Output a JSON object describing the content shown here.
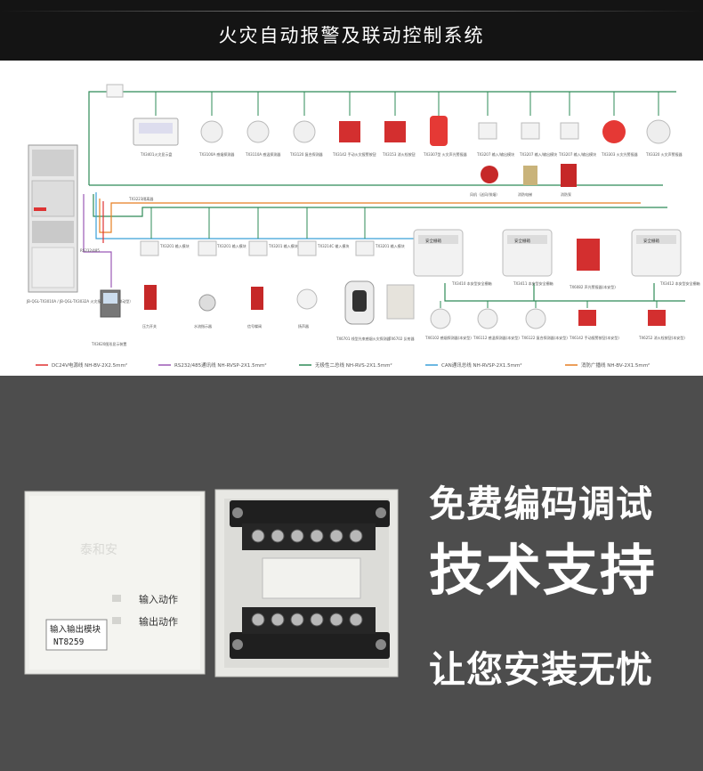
{
  "banner": {
    "title": "火灾自动报警及联动控制系统"
  },
  "diagram": {
    "controller_label": "JB-QGL-TX3010A / JB-QGL-TX3032A 火灾报警控制器（联动型）",
    "rs232_label": "RS232/485",
    "graphic_display_label": "TX3620图形显示装置",
    "repeater_label": "TX3223隔离器",
    "top_row_devices": [
      "TX3401火灾显示盘",
      "TX3100A 感烟探测器",
      "TX3110A 感温探测器",
      "TX3120 复合探测器",
      "TX3142 手动火灾报警按钮",
      "TX3153 消火栓按钮",
      "TX3307型 火灾声光警报器",
      "TX3207 输入/输出模块",
      "TX3207 输入/输出模块",
      "TX3207 输入/输出模块",
      "TX3303 火灾光警报器",
      "TX3320 火灾声警报器"
    ],
    "top_row_sub": [
      "风机（送风/排烟）",
      "消防电梯",
      "消防泵"
    ],
    "mid_row_devices": [
      "TX3201 输入模块",
      "TX3201 输入模块",
      "TX3201 输入模块",
      "TX3214C 输入模块",
      "TX3201 输入模块"
    ],
    "mid_row_sub": [
      "压力开关",
      "水流指示器",
      "信号蝶阀",
      "扬声器"
    ],
    "beam_labels": [
      "TX6701 线型光束感烟火灾探测器",
      "TX6702 反射器"
    ],
    "safety_boxes": [
      {
        "title": "安全栅箱",
        "label": "TX3410 本安型安全栅箱"
      },
      {
        "title": "安全栅箱",
        "label": "TX3411 本安型安全栅箱"
      },
      {
        "title": "安全栅箱",
        "label": "TX3412 本安型安全栅箱"
      }
    ],
    "bottom_row_devices": [
      "TX6102 感烟探测器(本安型)",
      "TX6112 感温探测器(本安型)",
      "TX6122 复合探测器(本安型)",
      "TX6142 手动报警按钮(本安型)",
      "TX6252 消火栓按钮(本安型)",
      "TX6082 声光警报器(本安型)"
    ],
    "legend": [
      {
        "color": "#e03131",
        "text": "DC24V电源线   NH-BV-2X2.5mm²"
      },
      {
        "color": "#9b59b6",
        "text": "RS232/485通讯线   NH-RVSP-2X1.5mm²"
      },
      {
        "color": "#2e8b57",
        "text": "无极性二总线   NH-RVS-2X1.5mm²"
      },
      {
        "color": "#3aa0d8",
        "text": "CAN通讯总线   NH-RVSP-2X1.5mm²"
      },
      {
        "color": "#e67e22",
        "text": "消防广播线   NH-BV-2X1.5mm²"
      }
    ]
  },
  "product": {
    "cover_logo": "泰和安",
    "indicator_input": "输入动作",
    "indicator_output": "输出动作",
    "label_name": "输入输出模块",
    "label_model": "NT8259"
  },
  "slogans": {
    "line1": "免费编码调试",
    "line2": "技术支持",
    "line3": "让您安装无忧"
  }
}
